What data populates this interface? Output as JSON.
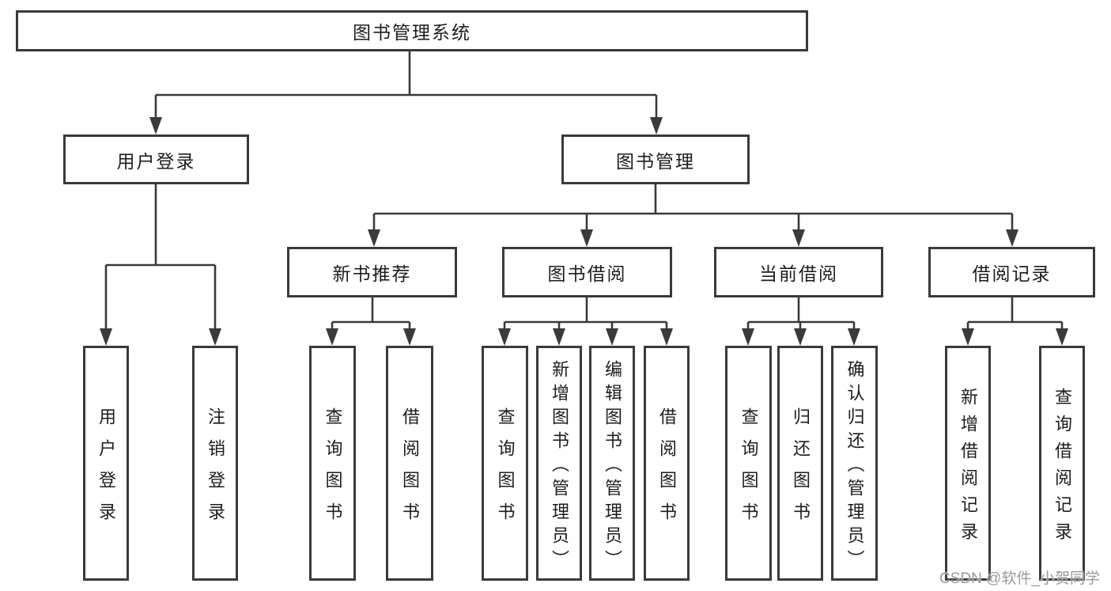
{
  "diagram": {
    "root": {
      "label": "图书管理系统"
    },
    "level2": [
      {
        "label": "用户登录"
      },
      {
        "label": "图书管理"
      }
    ],
    "level3": [
      {
        "label": "新书推荐"
      },
      {
        "label": "图书借阅"
      },
      {
        "label": "当前借阅"
      },
      {
        "label": "借阅记录"
      }
    ],
    "leaves": [
      {
        "label": "用户登录"
      },
      {
        "label": "注销登录"
      },
      {
        "label": "查询图书"
      },
      {
        "label": "借阅图书"
      },
      {
        "label": "查询图书"
      },
      {
        "label": "新增图书（管理员）"
      },
      {
        "label": "编辑图书（管理员）"
      },
      {
        "label": "借阅图书"
      },
      {
        "label": "查询图书"
      },
      {
        "label": "归还图书"
      },
      {
        "label": "确认归还（管理员）"
      },
      {
        "label": "新增借阅记录"
      },
      {
        "label": "查询借阅记录"
      }
    ]
  },
  "watermark": {
    "text": "CSDN @软件_小贺同学"
  },
  "colors": {
    "line": "#3a3a3a",
    "border": "#3a3a3a",
    "text": "#1d1d1d",
    "watermark": "#999999",
    "background": "#ffffff"
  }
}
